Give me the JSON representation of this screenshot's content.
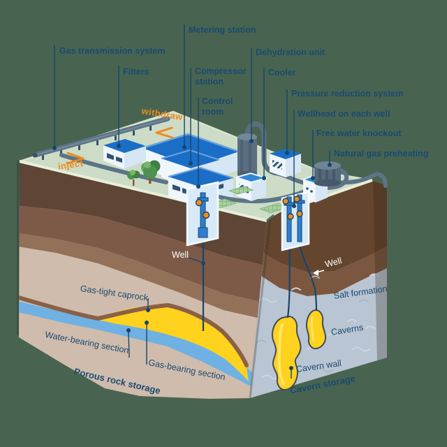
{
  "palette": {
    "background": "#486450",
    "label_navy": "#1a4a70",
    "accent_orange": "#ee8a1c",
    "grass": "#cddcc6",
    "grass_edge": "#e7efd9",
    "roof_blue": "#1b6ec6",
    "building_white": "#eff6fc",
    "pipe_gray": "#5d7486",
    "soil_dark_brown": "#5e4536",
    "soil_medium_brown": "#7d5a48",
    "soil_tan": "#cfbcac",
    "caprock_brown": "#8a6046",
    "water_blue": "#6fb1e3",
    "gas_yellow": "#ffd21d",
    "salt_gray": "#b9c5d2",
    "well_blue": "#2e7ecf"
  },
  "facility_labels": {
    "metering_station": "Metering station",
    "gas_transmission_system": "Gas transmission system",
    "filters": "Filters",
    "compressor_station": "Compressor station",
    "control_room": "Control room",
    "dehydration_unit": "Dehydration unit",
    "cooler": "Cooler",
    "pressure_reduction_system": "Pressure reduction system",
    "wellhead_on_each_well": "Wellhead on each well",
    "free_water_knockout": "Free water knockout",
    "natural_gas_preheating": "Natural gas preheating"
  },
  "flow_labels": {
    "withdraw": "withdraw",
    "inject": "inject"
  },
  "underground_labels": {
    "well_left": "Well",
    "well_right": "Well",
    "gas_tight_caprock": "Gas-tight caprock",
    "water_bearing_section": "Water-bearing section",
    "gas_bearing_section": "Gas-bearing section",
    "porous_rock_storage": "Porous rock storage",
    "salt_formation": "Salt formation",
    "caverns": "Caverns",
    "cavern_wall": "Cavern wall",
    "cavern_storage": "Cavern storage"
  }
}
